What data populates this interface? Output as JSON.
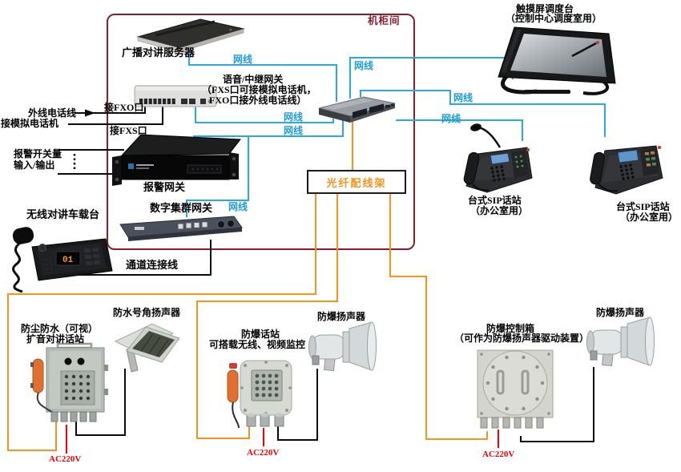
{
  "colors": {
    "cable_blue": "#2aa8e0",
    "fiber_orange": "#f6921e",
    "power_red": "#f40000",
    "cabinet_border_red": "#8b1c2b",
    "line_black": "#0a0a0a"
  },
  "cabinet": {
    "label": "机柜间"
  },
  "devices": {
    "broadcast_server": {
      "label": "广播对讲服务器"
    },
    "voice_gateway": {
      "label": "语音/中继网关",
      "note_line1": "（FXS口可接模拟电话机，",
      "note_line2": "FXO口接外线电话线）"
    },
    "alarm_gateway": {
      "label": "报警网关"
    },
    "trunking_gateway": {
      "label": "数字集群网关"
    },
    "fiber_panel": {
      "label": "光纤配线架"
    },
    "touch_console": {
      "label": "触摸屏调度台",
      "sublabel": "（控制中心调度室用）"
    },
    "sip_phone_1": {
      "label": "台式SIP话站",
      "sublabel": "（办公室用）"
    },
    "sip_phone_2": {
      "label": "台式SIP话站",
      "sublabel": "（办公室用）"
    },
    "vehicle_radio": {
      "label": "无线对讲车载台",
      "display": "01"
    },
    "weatherproof_station": {
      "label_line1": "防尘防水（可视）",
      "label_line2": "扩音对讲话站"
    },
    "horn_speaker": {
      "label": "防水号角扬声器"
    },
    "ex_proof_station": {
      "label_line1": "防爆话站",
      "label_line2": "可搭载无线、视频监控"
    },
    "ex_proof_speaker_mid": {
      "label": "防爆扬声器"
    },
    "ex_proof_control_box": {
      "label_line1": "防爆控制箱",
      "label_line2": "（可作为防爆扬声器驱动装置）"
    },
    "ex_proof_speaker_right": {
      "label": "防爆扬声器"
    }
  },
  "annotations": {
    "outside_line": "外线电话线",
    "analog_phone": "接模拟电话机",
    "fxo_port": "接FXO口",
    "fxs_port": "接FXS口",
    "alarm_io_line1": "报警开关量",
    "alarm_io_line2": "输入/输出",
    "channel_cable": "通道连接线",
    "net_cable": "网线",
    "ac_power": "AC220V"
  }
}
